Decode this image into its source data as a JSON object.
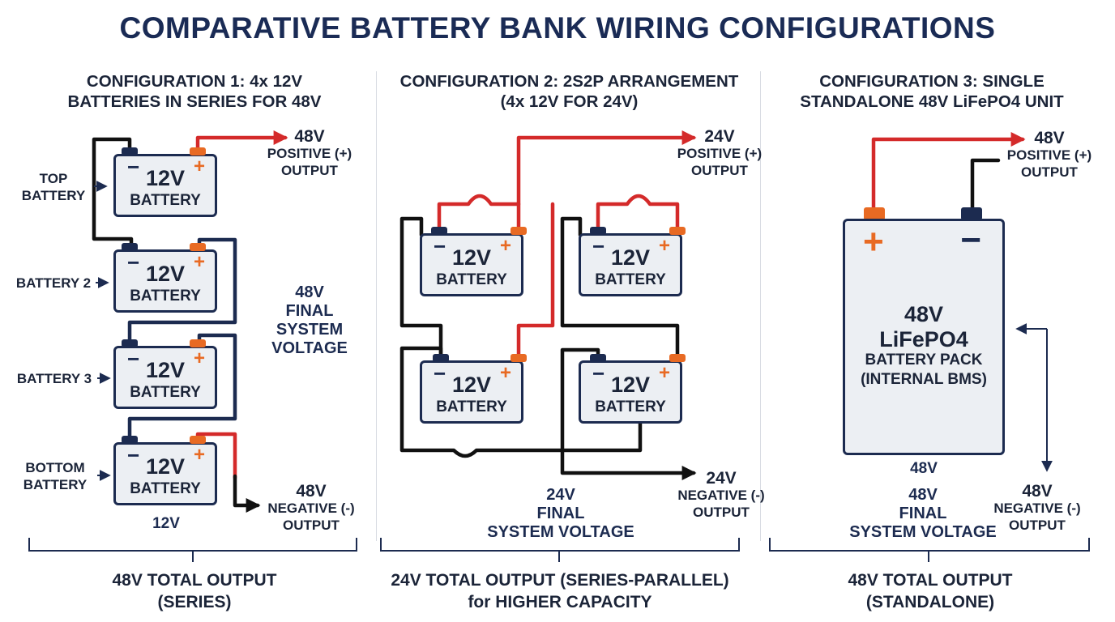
{
  "title": "COMPARATIVE BATTERY BANK WIRING CONFIGURATIONS",
  "battery": {
    "voltage": "12V",
    "label": "BATTERY",
    "plus": "+",
    "minus": "−"
  },
  "config1": {
    "title_line1": "CONFIGURATION 1: 4x 12V",
    "title_line2": "BATTERIES IN SERIES FOR 48V",
    "labels": {
      "top_line1": "TOP",
      "top_line2": "BATTERY",
      "battery2": "BATTERY 2",
      "battery3": "BATTERY 3",
      "bottom_line1": "BOTTOM",
      "bottom_line2": "BATTERY"
    },
    "pos_volt": "48V",
    "pos_line1": "POSITIVE (+)",
    "pos_line2": "OUTPUT",
    "neg_volt": "48V",
    "neg_line1": "NEGATIVE (-)",
    "neg_line2": "OUTPUT",
    "final_line1": "48V",
    "final_line2": "FINAL",
    "final_line3": "SYSTEM",
    "final_line4": "VOLTAGE",
    "bottom_volt": "12V",
    "caption_line1": "48V TOTAL OUTPUT",
    "caption_line2": "(SERIES)"
  },
  "config2": {
    "title_line1": "CONFIGURATION 2: 2S2P ARRANGEMENT",
    "title_line2": "(4x 12V FOR 24V)",
    "pos_volt": "24V",
    "pos_line1": "POSITIVE (+)",
    "pos_line2": "OUTPUT",
    "neg_volt": "24V",
    "neg_line1": "NEGATIVE (-)",
    "neg_line2": "OUTPUT",
    "final_line1": "24V",
    "final_line2": "FINAL",
    "final_line3": "SYSTEM VOLTAGE",
    "caption_line1": "24V TOTAL OUTPUT (SERIES-PARALLEL)",
    "caption_line2": "for HIGHER CAPACITY"
  },
  "config3": {
    "title_line1": "CONFIGURATION 3: SINGLE",
    "title_line2": "STANDALONE 48V LiFePO4 UNIT",
    "pack_plus": "+",
    "pack_minus": "−",
    "pack_line1": "48V",
    "pack_line2": "LiFePO4",
    "pack_line3": "BATTERY PACK",
    "pack_line4": "(INTERNAL BMS)",
    "pos_volt": "48V",
    "pos_line1": "POSITIVE (+)",
    "pos_line2": "OUTPUT",
    "neg_volt": "48V",
    "neg_line1": "NEGATIVE (-)",
    "neg_line2": "OUTPUT",
    "under_pack": "48V",
    "final_line1": "48V",
    "final_line2": "FINAL",
    "final_line3": "SYSTEM VOLTAGE",
    "caption_line1": "48V TOTAL OUTPUT",
    "caption_line2": "(STANDALONE)"
  },
  "colors": {
    "navy": "#1c2b50",
    "red": "#d42a2a",
    "orange": "#e86a23",
    "wire_black": "#111111"
  }
}
